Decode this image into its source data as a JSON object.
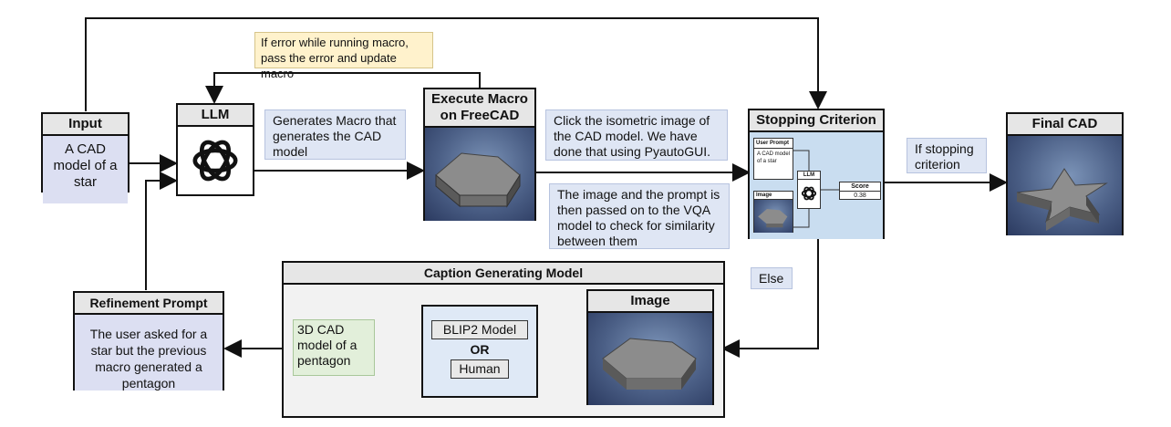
{
  "colors": {
    "input_fill": "#dcdff2",
    "note_fill": "#dfe6f4",
    "error_note_fill": "#fff2cc",
    "caption_bg": "#f2f2f2",
    "green_fill": "#e2efda",
    "stopping_fill": "#c9ddf0",
    "header_fill": "#e6e6e6"
  },
  "input": {
    "title": "Input",
    "text": "A CAD model of a star"
  },
  "llm": {
    "title": "LLM",
    "icon": "openai-logo-icon"
  },
  "error_note": "If error while running macro, pass the error and update macro",
  "generates_note": "Generates Macro that generates the CAD model",
  "execute": {
    "title": "Execute Macro on FreeCAD"
  },
  "click_note": "Click the isometric image of the CAD model. We have done that using PyautoGUI.",
  "vqa_note": "The image and the prompt is then passed on to the VQA model to check for similarity between them",
  "stopping": {
    "title": "Stopping Criterion",
    "user_prompt_label": "User Prompt",
    "user_prompt_text": "A CAD model of a star",
    "image_label": "Image",
    "llm_label": "LLM",
    "score_label": "Score",
    "score_value": "0.38"
  },
  "if_stopping_note": "If stopping criterion",
  "final": {
    "title": "Final CAD"
  },
  "else_note": "Else",
  "caption": {
    "title": "Caption Generating Model",
    "image_title": "Image",
    "blip": "BLIP2 Model",
    "or": "OR",
    "human": "Human",
    "output": "3D CAD model of a pentagon"
  },
  "refinement": {
    "title": "Refinement Prompt",
    "text": "The user asked for a star but the previous macro generated a pentagon"
  }
}
